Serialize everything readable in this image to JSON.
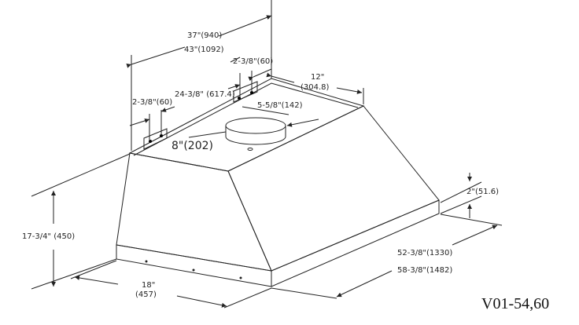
{
  "labels": {
    "width_37": "37\"(940)",
    "width_43": "43\"(1092)",
    "bracket_right": "2-3/8\"(60)",
    "bracket_left": "2-3/8\"(60)",
    "bracket_spacing": "24-3/8\" (617.4)",
    "duct_offset": "5-5/8\"(142)",
    "depth_top": "12\"",
    "depth_top_mm": "(304.8)",
    "duct_diameter": "8\"(202)",
    "height": "17-3/4\" (450)",
    "depth": "18\"",
    "depth_mm": "(457)",
    "lip": "2\"(51.6)",
    "length_52": "52-3/8\"(1330)",
    "length_58": "58-3/8\"(1482)"
  },
  "model_code": "V01-54,60"
}
